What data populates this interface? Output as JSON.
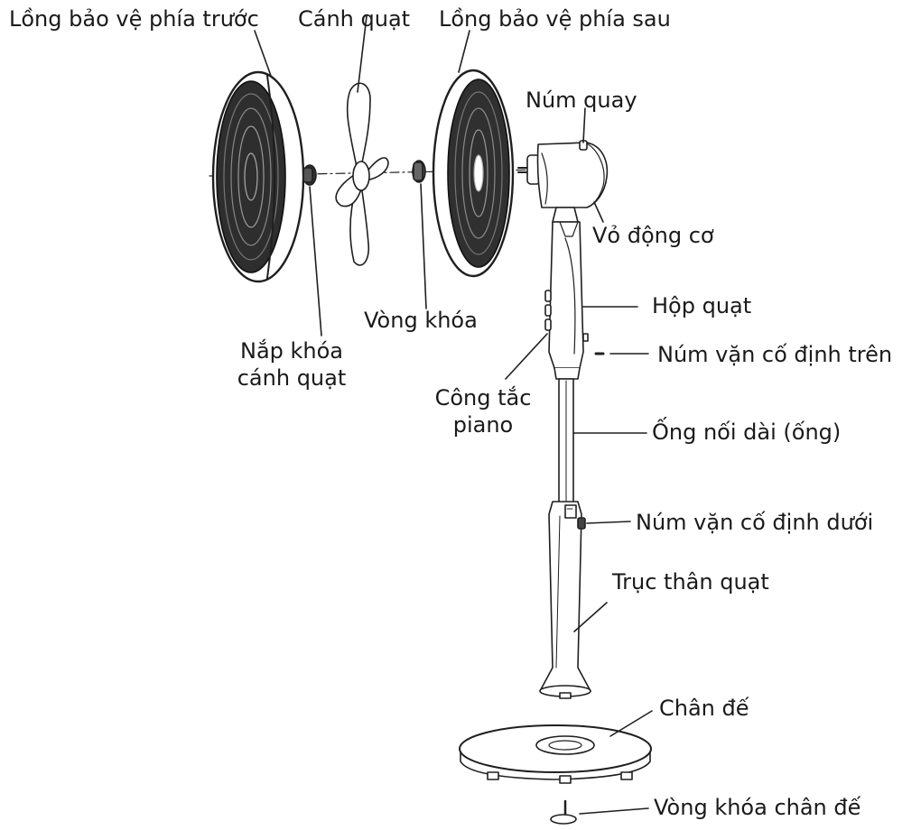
{
  "labels": {
    "front_guard": "Lồng bảo vệ phía trước",
    "blade": "Cánh quạt",
    "rear_guard": "Lồng bảo vệ phía sau",
    "knob": "Núm quay",
    "motor_housing": "Vỏ động cơ",
    "fan_box": "Hộp quạt",
    "upper_screw": "Núm vặn cố định trên",
    "lock_ring": "Vòng khóa",
    "blade_cap_line1": "Nắp khóa",
    "blade_cap_line2": "cánh quạt",
    "piano_switch_line1": "Công tắc",
    "piano_switch_line2": "piano",
    "extension_tube": "Ống nối dài (ống)",
    "lower_screw": "Núm vặn cố định dưới",
    "body_shaft": "Trục thân quạt",
    "base": "Chân đế",
    "base_lock_ring": "Vòng khóa chân đế"
  }
}
